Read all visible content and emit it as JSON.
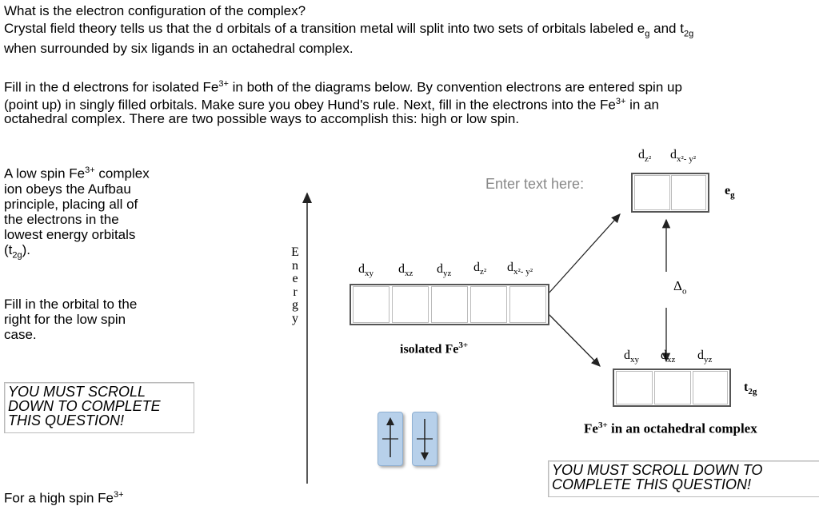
{
  "header": {
    "question": "What is the electron configuration of the complex?",
    "intro_line1_a": "Crystal field theory tells us that the d orbitals of a transition metal will split into two sets of orbitals labeled e",
    "intro_line1_sub1": "g",
    "intro_line1_b": " and t",
    "intro_line1_sub2": "2g",
    "intro_line2": "when surrounded by six ligands in an octahedral complex.",
    "fill_line1_a": "Fill in the d electrons for isolated Fe",
    "fill_line1_sup": "3+",
    "fill_line1_b": " in both of the diagrams below. By convention electrons are entered spin up",
    "fill_line2_a": "(point up) in singly filled orbitals. Make sure you obey Hund's rule. Next, fill in the electrons into the Fe",
    "fill_line2_sup": "3+",
    "fill_line2_b": " in an",
    "fill_line3": "octahedral complex. There are two possible ways to accomplish this: high or low spin."
  },
  "sidebar": {
    "low_spin_a": "A low spin Fe",
    "low_spin_sup": "3+",
    "low_spin_b": "complex ion obeys the Aufbau principle, placing all of the electrons in the lowest energy orbitals (t",
    "low_spin_sub": "2g",
    "low_spin_c": ").",
    "fill_right": "Fill in the orbital to the right for the low spin case.",
    "scroll_note": "YOU MUST SCROLL DOWN TO COMPLETE THIS QUESTION!",
    "high_spin_a": "For a high spin Fe",
    "high_spin_sup": "3+"
  },
  "diagram": {
    "energy_letters": [
      "E",
      "n",
      "e",
      "r",
      "g",
      "y"
    ],
    "enter_text": "Enter text here:",
    "isolated_labels": [
      "d",
      "d",
      "d",
      "d",
      "d"
    ],
    "isolated_subs": [
      "xy",
      "xz",
      "yz",
      "z²",
      "x²- y²"
    ],
    "isolated_caption_a": "isolated Fe",
    "isolated_caption_sup": "3+",
    "eg_labels": [
      "d",
      "d"
    ],
    "eg_subs": [
      "z²",
      "x²- y²"
    ],
    "eg_name_a": "e",
    "eg_name_sub": "g",
    "delta_a": "Δ",
    "delta_sub": "o",
    "t2g_labels": [
      "d",
      "d",
      "d"
    ],
    "t2g_subs": [
      "xy",
      "xz",
      "yz"
    ],
    "t2g_name_a": "t",
    "t2g_name_sub": "2g",
    "octa_caption_a": "Fe",
    "octa_caption_sup": "3+",
    "octa_caption_b": " in an octahedral complex",
    "scroll_note": "YOU MUST SCROLL DOWN TO COMPLETE THIS QUESTION!"
  },
  "palette": {
    "spin_up_label": "spin-up-arrow",
    "spin_down_label": "spin-down-arrow"
  }
}
